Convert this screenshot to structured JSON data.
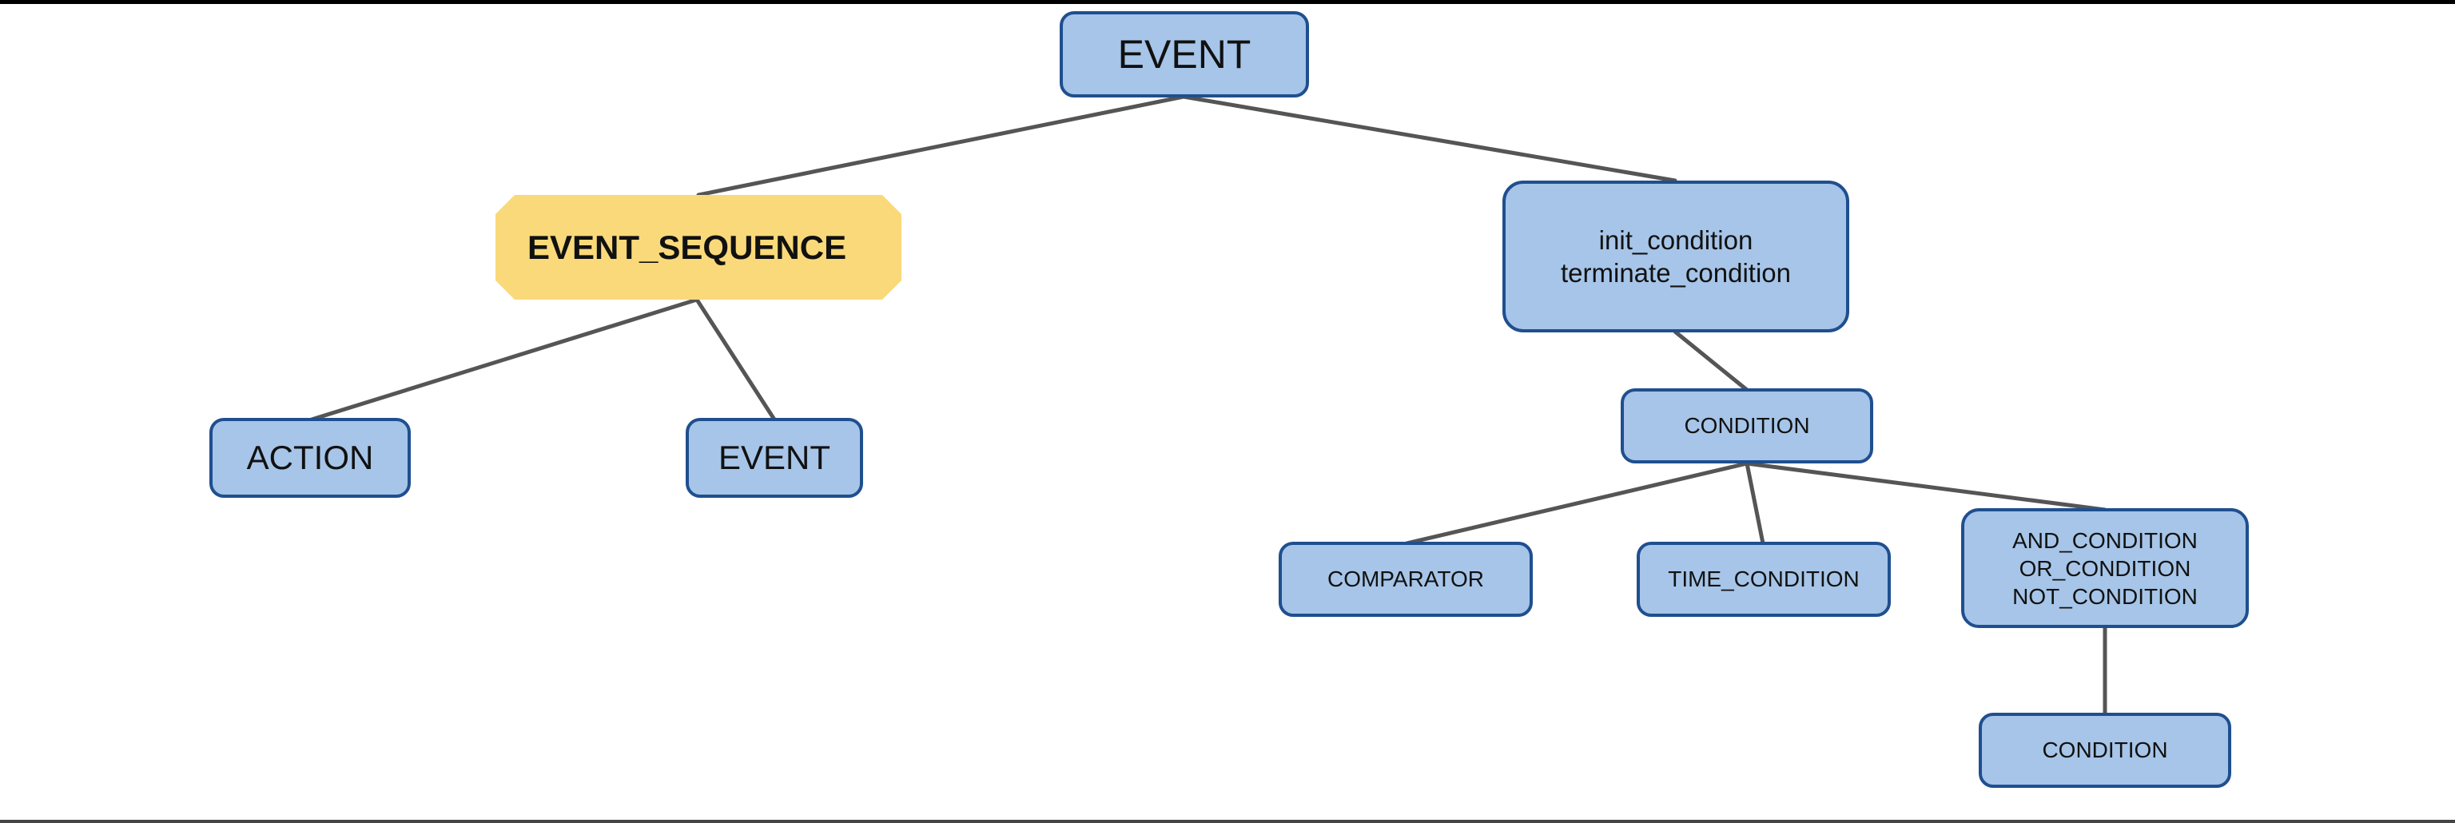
{
  "diagram": {
    "colors": {
      "node_fill": "#a6c5e8",
      "node_border": "#1f4f8f",
      "highlight_fill": "#fad97a",
      "edge": "#555555"
    },
    "nodes": {
      "root_event": {
        "label": "EVENT"
      },
      "event_sequence": {
        "label": "EVENT_SEQUENCE"
      },
      "init_terminate": {
        "lines": [
          "init_condition",
          "terminate_condition"
        ]
      },
      "action": {
        "label": "ACTION"
      },
      "child_event": {
        "label": "EVENT"
      },
      "condition": {
        "label": "CONDITION"
      },
      "comparator": {
        "label": "COMPARATOR"
      },
      "time_condition": {
        "label": "TIME_CONDITION"
      },
      "logical_conditions": {
        "lines": [
          "AND_CONDITION",
          "OR_CONDITION",
          "NOT_CONDITION"
        ]
      },
      "nested_condition": {
        "label": "CONDITION"
      }
    },
    "edges": [
      {
        "from": "root_event",
        "to": "event_sequence"
      },
      {
        "from": "root_event",
        "to": "init_terminate"
      },
      {
        "from": "event_sequence",
        "to": "action"
      },
      {
        "from": "event_sequence",
        "to": "child_event"
      },
      {
        "from": "init_terminate",
        "to": "condition"
      },
      {
        "from": "condition",
        "to": "comparator"
      },
      {
        "from": "condition",
        "to": "time_condition"
      },
      {
        "from": "condition",
        "to": "logical_conditions"
      },
      {
        "from": "logical_conditions",
        "to": "nested_condition"
      }
    ]
  }
}
